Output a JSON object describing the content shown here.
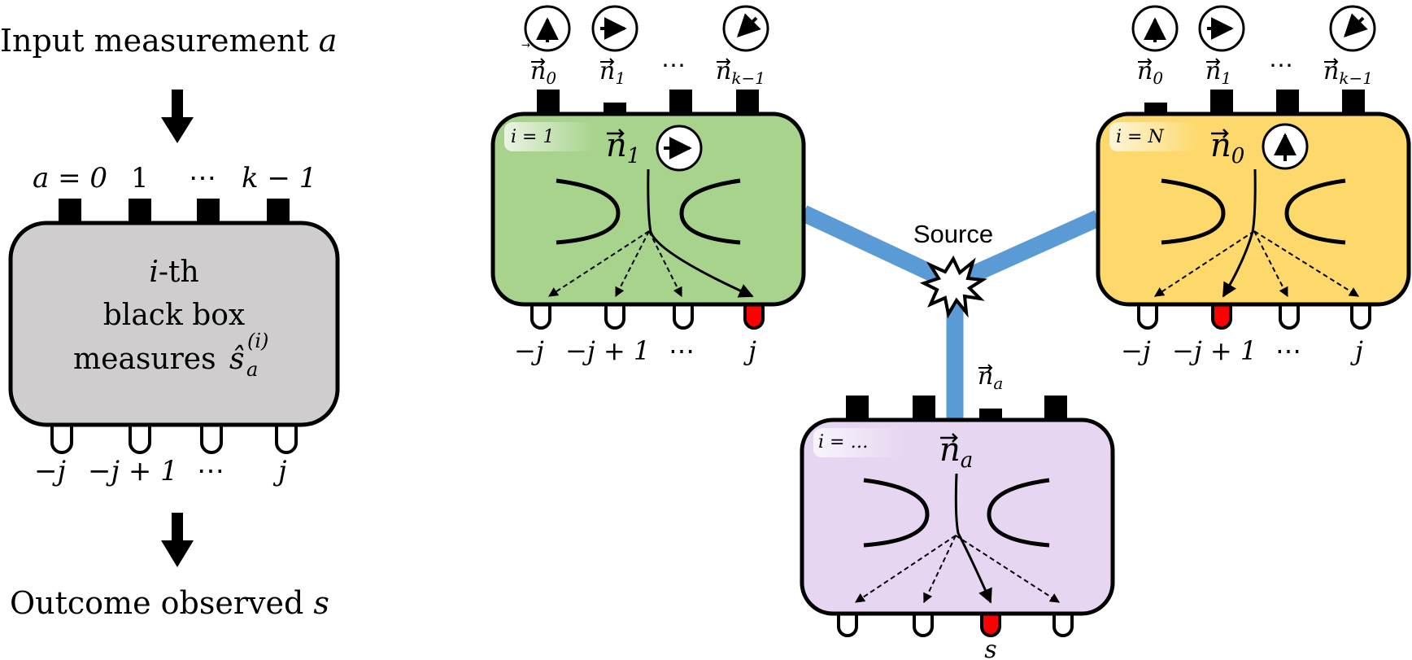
{
  "colors": {
    "grey_box": "#cfcdce",
    "green_box": "#a8d38d",
    "yellow_box": "#fdd96b",
    "purple_box": "#e6d6f2",
    "beam": "#5b9bd5",
    "led_on": "#ff0000",
    "ink": "#000000"
  },
  "left": {
    "input_text": "Input measurement ",
    "input_var": "a",
    "inputs": {
      "first": "a = 0",
      "second": "1",
      "dots": "⋯",
      "last": "k − 1"
    },
    "box": {
      "line1": "i",
      "line1_suffix": "-th",
      "line2": "black box",
      "line3": "measures ",
      "op": "ŝ",
      "op_sup": "(i)",
      "op_sub": "a"
    },
    "outputs": {
      "first": "−j",
      "second": "−j + 1",
      "dots": "⋯",
      "last": "j"
    },
    "outcome_text": "Outcome observed ",
    "outcome_var": "s"
  },
  "source_label": "Source",
  "green": {
    "tag": "i = 1",
    "dir_var": "n",
    "dir_sub": "1",
    "settings": [
      "n",
      "n",
      "⋯",
      "n"
    ],
    "settings_sub": [
      "0",
      "1",
      "",
      "k−1"
    ],
    "outputs": [
      "−j",
      "−j + 1",
      "⋯",
      "j"
    ]
  },
  "yellow": {
    "tag": "i = N",
    "dir_var": "n",
    "dir_sub": "0",
    "settings": [
      "n",
      "n",
      "⋯",
      "n"
    ],
    "settings_sub": [
      "0",
      "1",
      "",
      "k−1"
    ],
    "outputs": [
      "−j",
      "−j + 1",
      "⋯",
      "j"
    ]
  },
  "purple": {
    "tag": "i = …",
    "dir_var": "n",
    "dir_sub": "a",
    "beam_var": "n",
    "beam_sub": "a",
    "output_label": "s"
  }
}
